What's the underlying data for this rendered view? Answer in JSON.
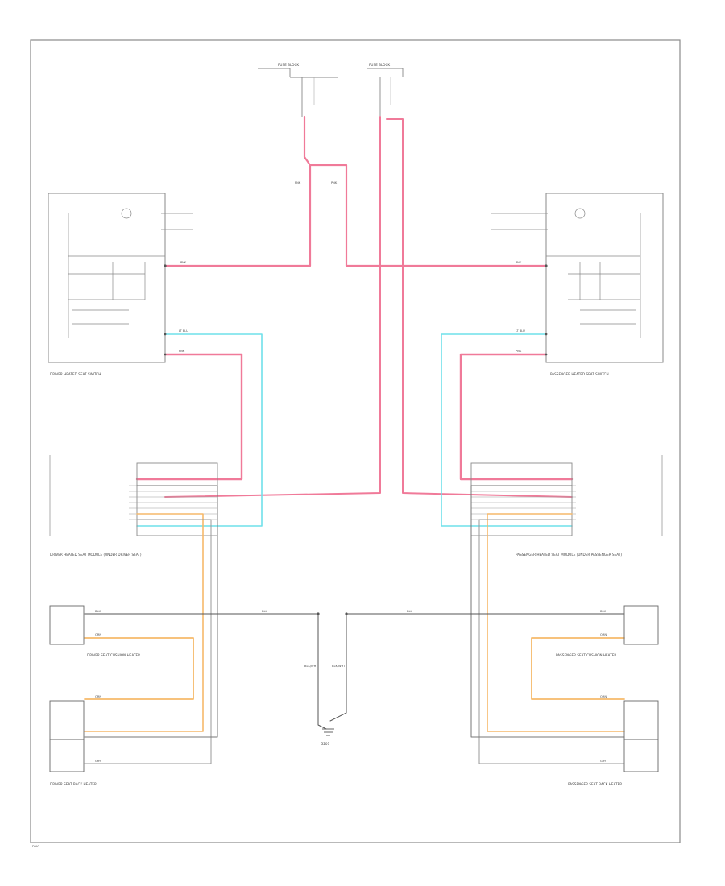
{
  "diagram": {
    "colors": {
      "pink": "#f07a99",
      "cyan": "#6fe0ea",
      "orange": "#f6b96a",
      "gray": "#777777",
      "box": "#9a9a9a"
    },
    "labels": {
      "driver_switch": "DRIVER HEATED SEAT SWITCH",
      "passenger_switch": "PASSENGER HEATED SEAT SWITCH",
      "driver_module": "DRIVER HEATED SEAT MODULE (UNDER DRIVER SEAT)",
      "passenger_module": "PASSENGER HEATED SEAT MODULE (UNDER PASSENGER SEAT)",
      "driver_cushion": "DRIVER SEAT CUSHION HEATER",
      "driver_back": "DRIVER SEAT BACK HEATER",
      "passenger_cushion": "PASSENGER SEAT CUSHION HEATER",
      "passenger_back": "PASSENGER SEAT BACK HEATER",
      "ground": "G201",
      "fuse_left": "FUSE BLOCK",
      "fuse_right": "FUSE BLOCK",
      "corner": "DIAG"
    },
    "wire_labels": {
      "pink": "PNK",
      "cyan": "LT BLU",
      "orange": "ORN",
      "gray": "GRY",
      "black": "BLK",
      "blk_wht": "BLK/WHT"
    }
  }
}
